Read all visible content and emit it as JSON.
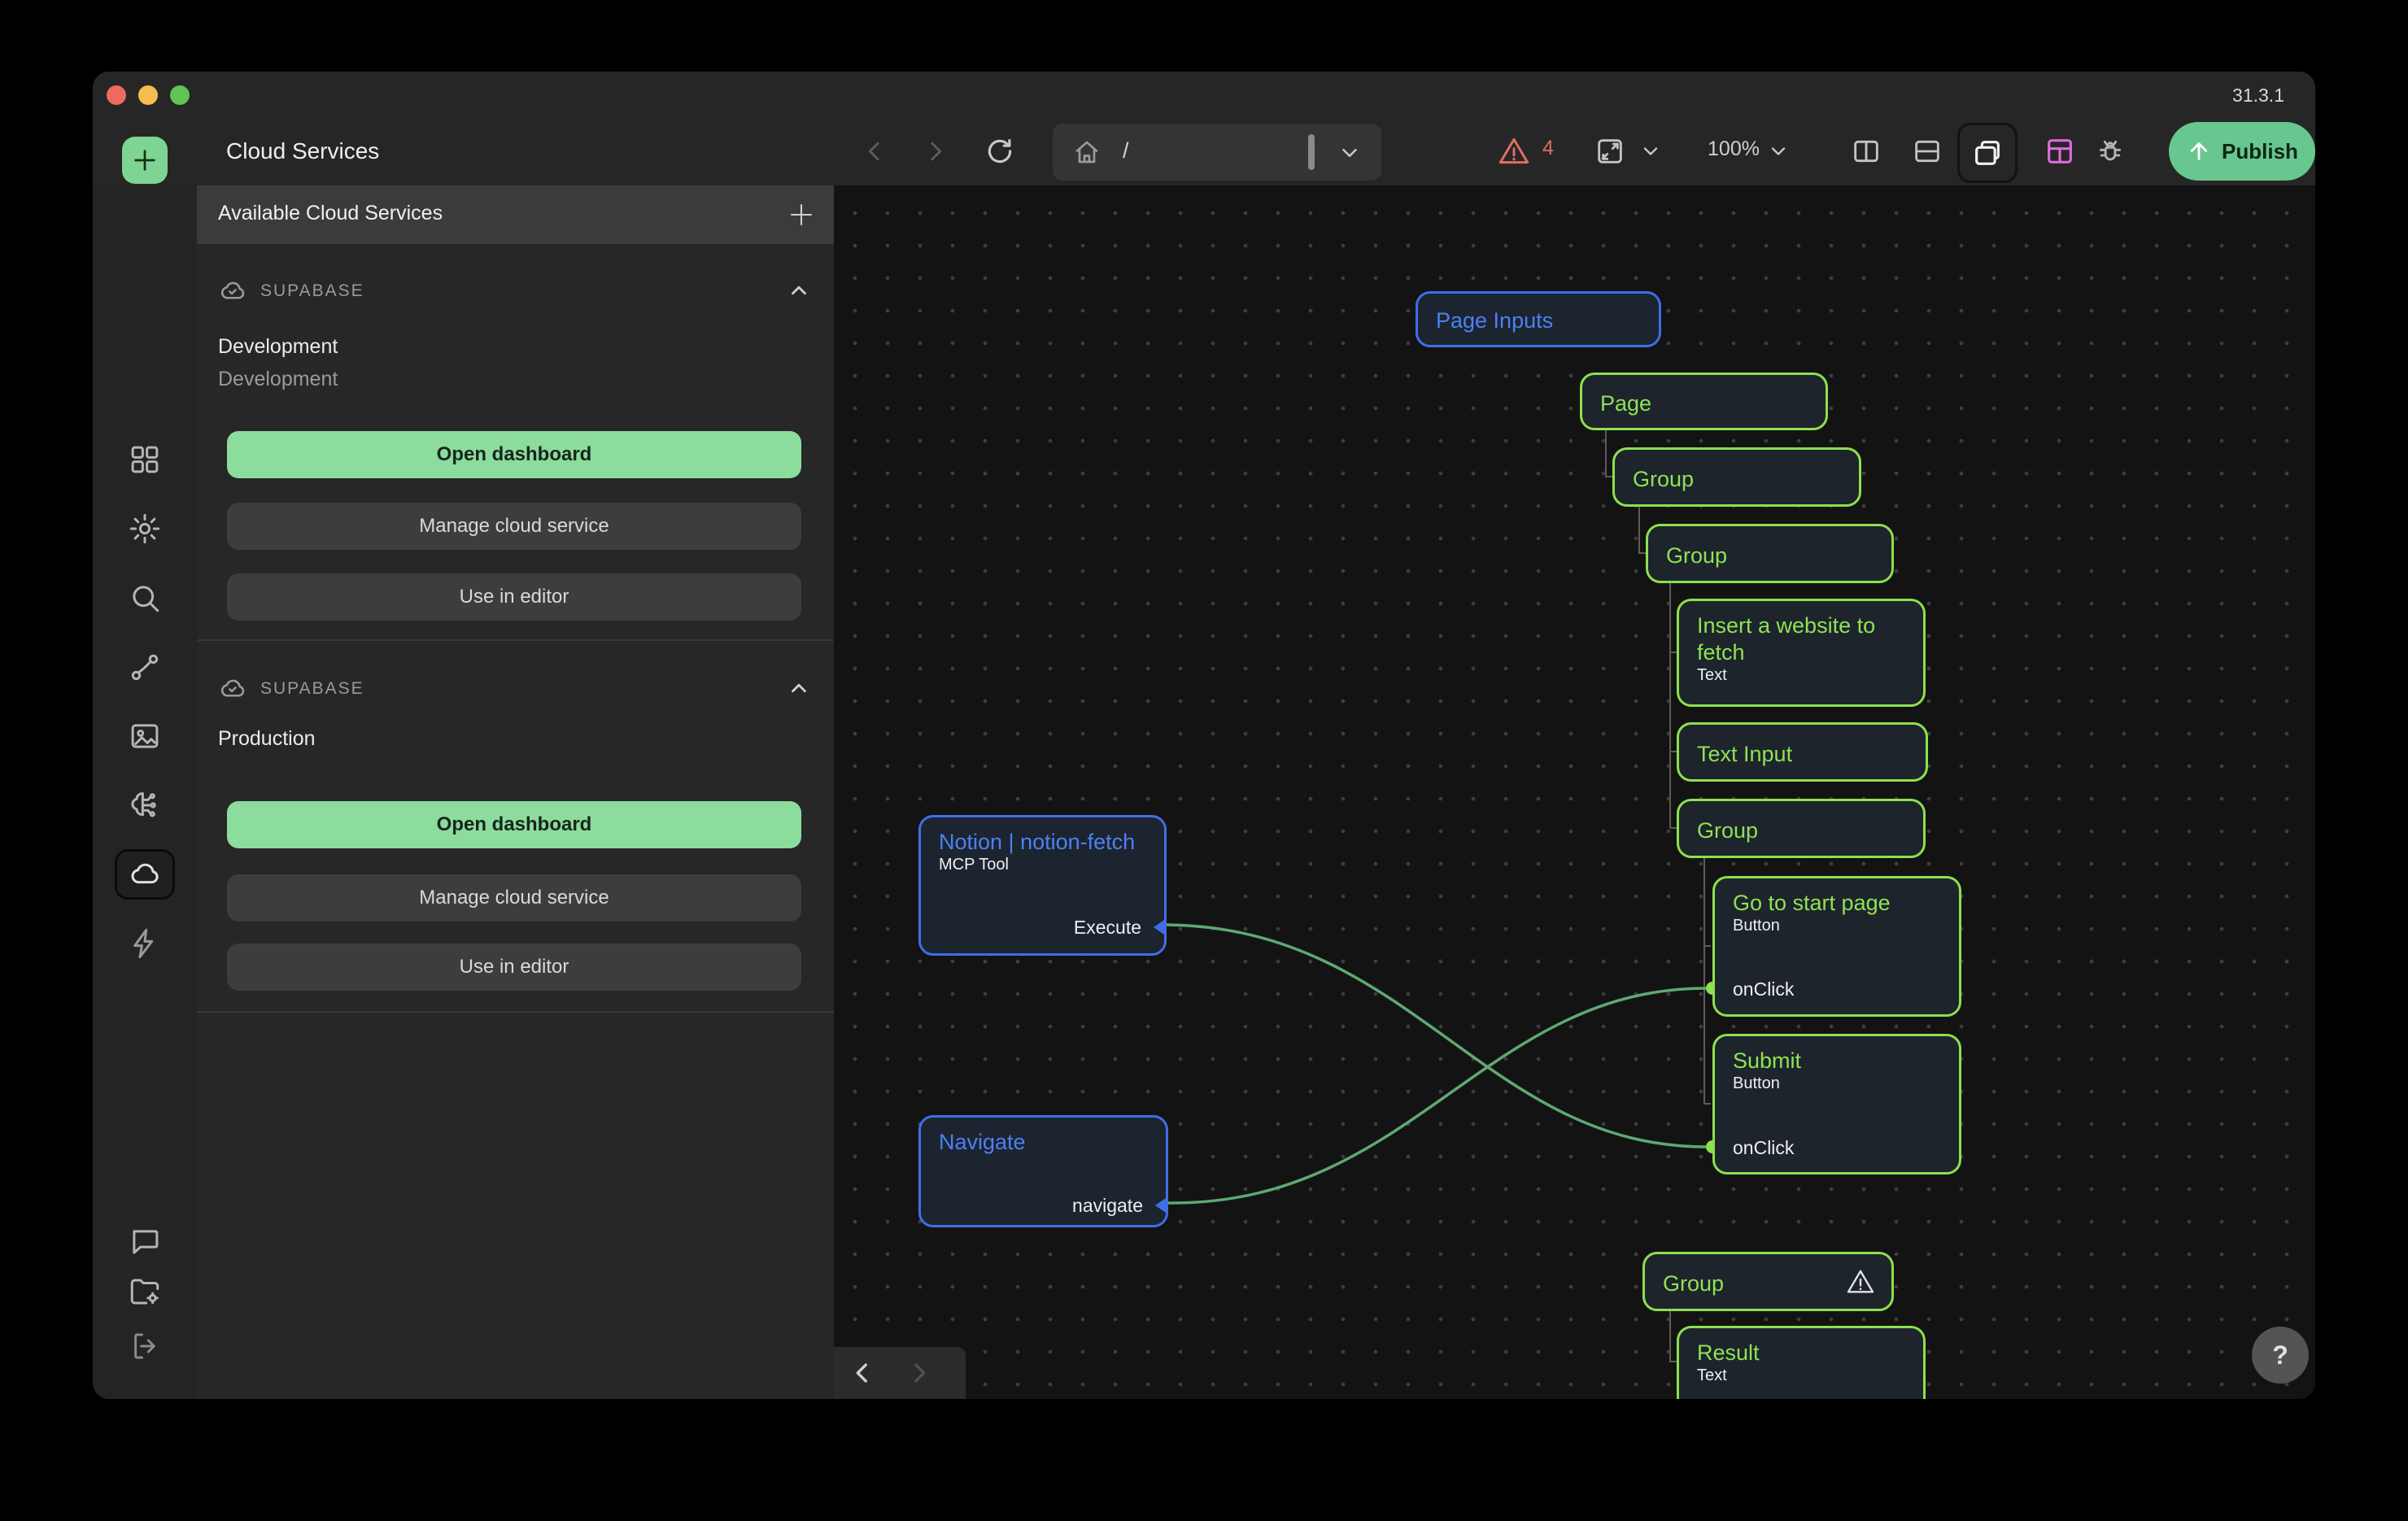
{
  "titlebar": {
    "version": "31.3.1"
  },
  "toolbar": {
    "title": "Cloud Services",
    "url_path": "/",
    "error_count": "4",
    "zoom_level": "100%",
    "publish_label": "Publish"
  },
  "sidebar": {
    "header_title": "Available Cloud Services",
    "sections": [
      {
        "provider": "SUPABASE",
        "name": "Development",
        "description": "Development",
        "actions": [
          "Open dashboard",
          "Manage cloud service",
          "Use in editor"
        ]
      },
      {
        "provider": "SUPABASE",
        "name": "Production",
        "actions": [
          "Open dashboard",
          "Manage cloud service",
          "Use in editor"
        ]
      }
    ]
  },
  "canvas": {
    "nodes": {
      "page_inputs": {
        "label": "Page Inputs"
      },
      "page": {
        "label": "Page"
      },
      "group_1": {
        "label": "Group"
      },
      "group_2": {
        "label": "Group"
      },
      "insert_text": {
        "label": "Insert a website to fetch",
        "type": "Text"
      },
      "text_input": {
        "label": "Text Input"
      },
      "group_3": {
        "label": "Group"
      },
      "go_to_start": {
        "label": "Go to start page",
        "type": "Button",
        "event": "onClick"
      },
      "submit": {
        "label": "Submit",
        "type": "Button",
        "event": "onClick"
      },
      "group_4": {
        "label": "Group"
      },
      "result": {
        "label": "Result",
        "type": "Text"
      },
      "notion": {
        "label": "Notion | notion-fetch",
        "type": "MCP Tool",
        "event": "Execute"
      },
      "navigate": {
        "label": "Navigate",
        "event": "navigate"
      }
    }
  },
  "help_label": "?",
  "colors": {
    "node_green": "#8de04e",
    "node_blue": "#3f6ee8",
    "publish_green": "#67c78e",
    "action_green": "#8bdc9d",
    "warning_red": "#dd6f61",
    "pink_accent": "#d966d9"
  }
}
